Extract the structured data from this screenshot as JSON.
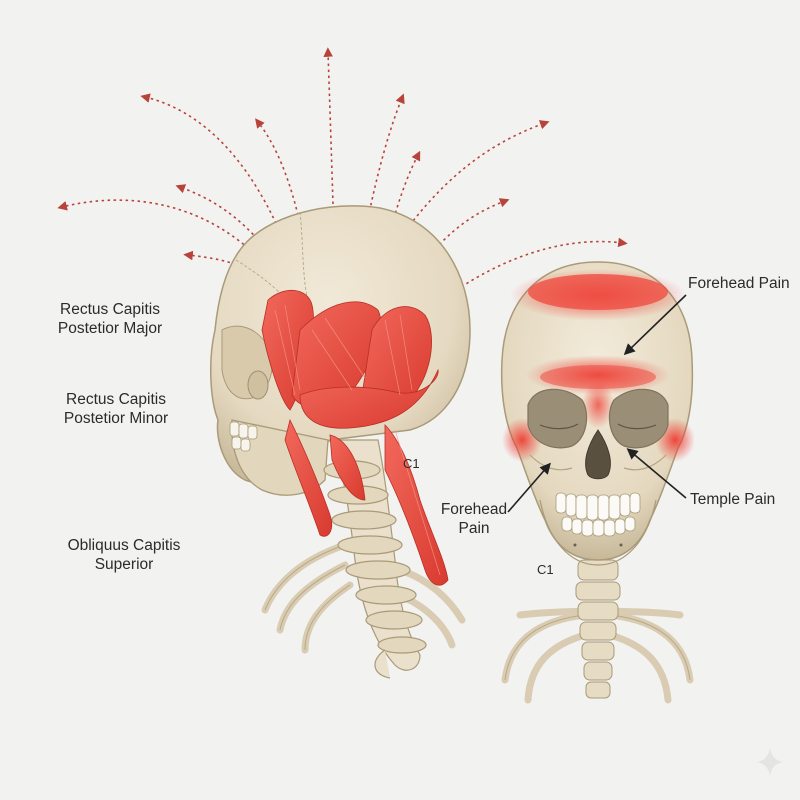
{
  "labels": {
    "rcp_major": [
      "Rectus Capitis",
      "Postetior Major"
    ],
    "rcp_minor": [
      "Rectus Capitis",
      "Postetior Minor"
    ],
    "obliquus": [
      "Obliquus Capitis",
      "Superior"
    ],
    "c1_side": "C1",
    "forehead_top": "Forehead Pain",
    "forehead_side": [
      "Forehead",
      "Pain"
    ],
    "temple": "Temple Pain",
    "c1_front": "C1"
  },
  "colors": {
    "background": "#f2f2f1",
    "bone": "#e7dcc6",
    "bone_shade": "#cbbd9f",
    "muscle": "#e8473b",
    "pain_zone": "#ef4f44",
    "referral_arrow": "#b8433a",
    "pointer": "#222222"
  },
  "icons": {
    "watermark": "sparkle-icon"
  }
}
